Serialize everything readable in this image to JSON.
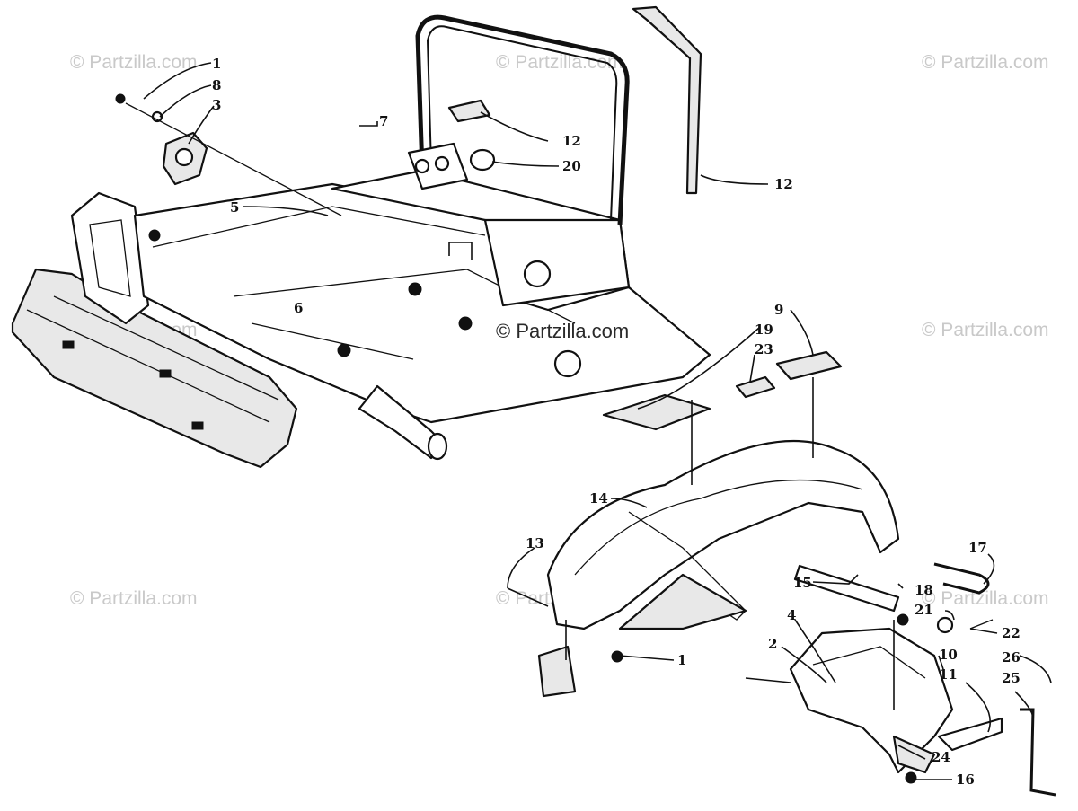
{
  "watermarks": {
    "top_left": "© Partzilla.com",
    "top_center": "© Partzilla.com",
    "top_right": "© Partzilla.com",
    "mid_left": "© Partzilla.com",
    "mid_center": "© Partzilla.com",
    "mid_right": "© Partzilla.com",
    "low_left": "© Partzilla.com",
    "low_center": "© Partzilla.com",
    "low_right": "© Partzilla.com"
  },
  "callouts": {
    "c1_top": "1",
    "c8": "8",
    "c3": "3",
    "c7": "7",
    "c5": "5",
    "c12_left": "12",
    "c20": "20",
    "c12_right": "12",
    "c6": "6",
    "c9": "9",
    "c19": "19",
    "c23": "23",
    "c14": "14",
    "c13": "13",
    "c17": "17",
    "c15": "15",
    "c18": "18",
    "c21": "21",
    "c22": "22",
    "c4": "4",
    "c2": "2",
    "c10": "10",
    "c11": "11",
    "c26": "26",
    "c25": "25",
    "c24": "24",
    "c16": "16",
    "c1_bottom": "1"
  }
}
